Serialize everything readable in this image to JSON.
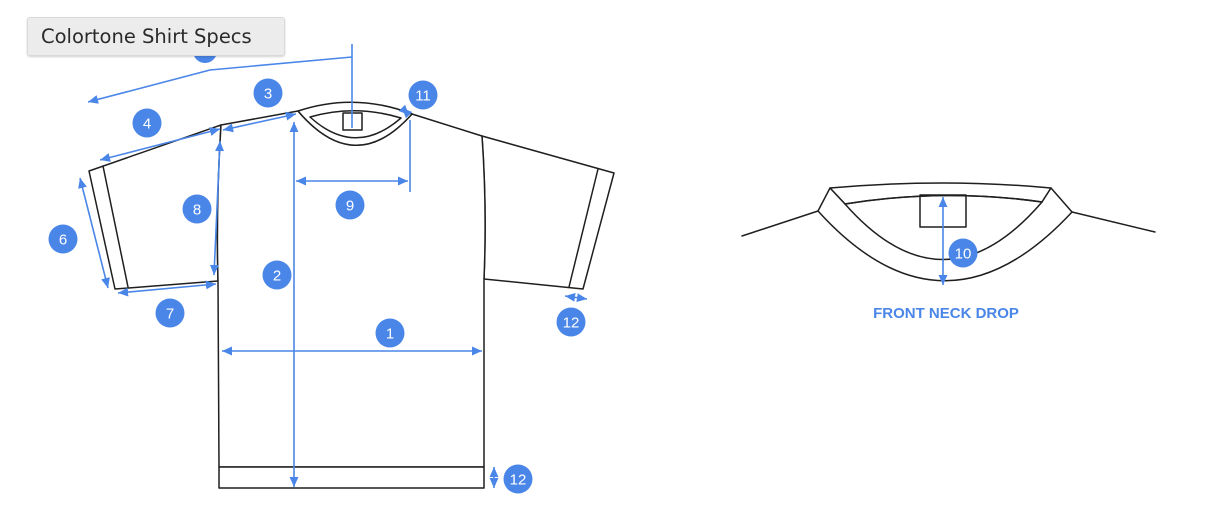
{
  "title": "Colortone Shirt Specs",
  "accent_color": "#4a86e8",
  "outline_color": "#1f1f1f",
  "neck_detail_label": "FRONT NECK DROP",
  "badges": {
    "b1": "1",
    "b2": "2",
    "b3": "3",
    "b4": "4",
    "b6": "6",
    "b7": "7",
    "b8": "8",
    "b9": "9",
    "b10": "10",
    "b11": "11",
    "b12_sleeve": "12",
    "b12_hem": "12"
  }
}
